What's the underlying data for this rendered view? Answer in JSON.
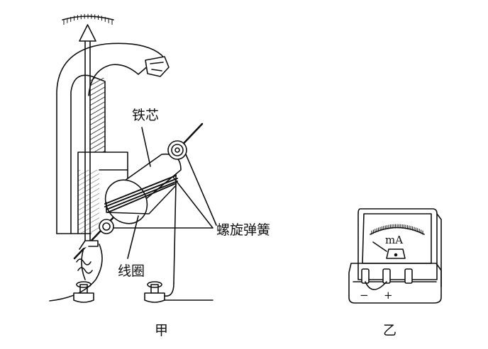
{
  "figure_a": {
    "caption": "甲",
    "labels": {
      "iron_core": "铁芯",
      "spiral_spring": "螺旋弹簧",
      "coil": "线圈"
    }
  },
  "figure_b": {
    "caption": "乙",
    "meter_unit": "mA",
    "terminal_minus": "−",
    "terminal_plus": "+"
  }
}
